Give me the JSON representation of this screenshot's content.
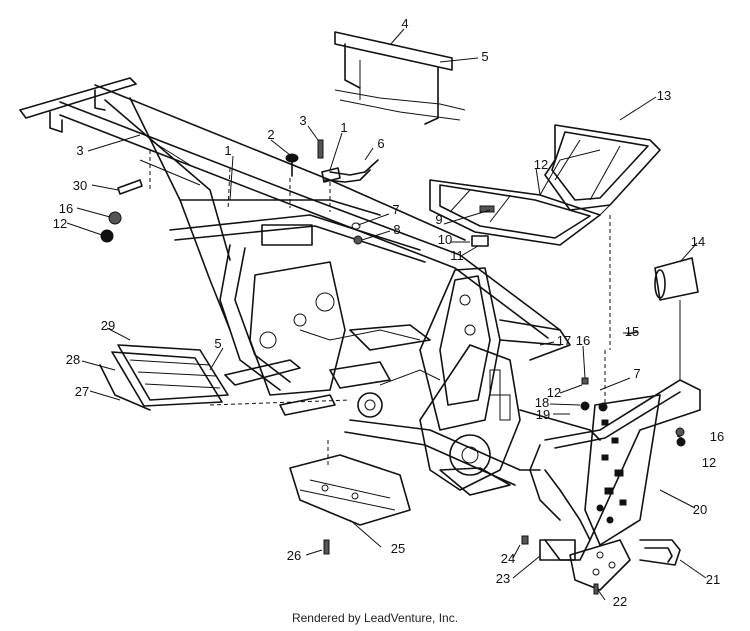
{
  "callouts": [
    "1",
    "1",
    "2",
    "3",
    "3",
    "4",
    "5",
    "5",
    "6",
    "7",
    "7",
    "8",
    "9",
    "10",
    "11",
    "12",
    "12",
    "12",
    "12",
    "13",
    "14",
    "15",
    "16",
    "16",
    "16",
    "17",
    "18",
    "19",
    "20",
    "21",
    "22",
    "23",
    "24",
    "25",
    "26",
    "27",
    "28",
    "29",
    "30"
  ],
  "credit": "Rendered by LeadVenture, Inc."
}
